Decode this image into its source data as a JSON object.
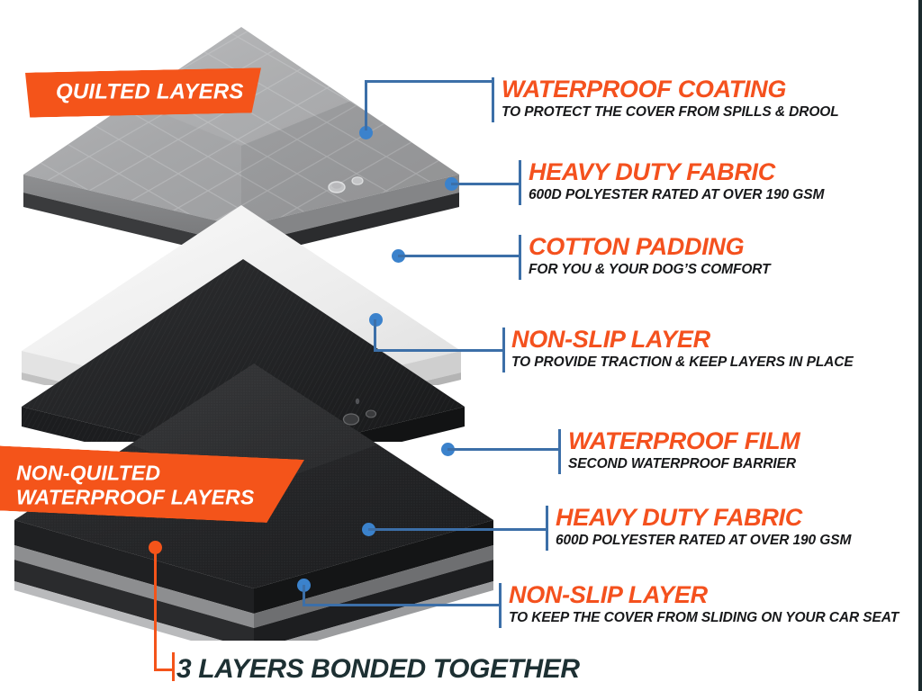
{
  "diagram": {
    "title": "Car seat cover layer construction",
    "background_color": "#ffffff",
    "accent_orange": "#F4541A",
    "headline_orange": "#F4511E",
    "leader_blue": "#3B82CC",
    "leader_line_blue": "#3C6FA8",
    "caption_dark": "#1d3033"
  },
  "banners": [
    {
      "id": "quilted",
      "lines": [
        "QUILTED LAYERS"
      ]
    },
    {
      "id": "non-quilted",
      "line1": "NON-QUILTED",
      "line2": "WATERPROOF LAYERS"
    }
  ],
  "callouts": [
    {
      "id": "waterproof-coating",
      "title": "WATERPROOF COATING",
      "subtitle": "TO PROTECT THE COVER FROM SPILLS & DROOL"
    },
    {
      "id": "heavy-duty-fabric-top",
      "title": "HEAVY DUTY FABRIC",
      "subtitle": "600D POLYESTER RATED AT OVER 190 GSM"
    },
    {
      "id": "cotton-padding",
      "title": "COTTON PADDING",
      "subtitle": "FOR YOU & YOUR DOG’S COMFORT"
    },
    {
      "id": "non-slip-layer-top",
      "title": "NON-SLIP LAYER",
      "subtitle": "TO PROVIDE TRACTION & KEEP LAYERS IN PLACE"
    },
    {
      "id": "waterproof-film",
      "title": "WATERPROOF FILM",
      "subtitle": "SECOND WATERPROOF BARRIER"
    },
    {
      "id": "heavy-duty-fabric-bottom",
      "title": "HEAVY DUTY FABRIC",
      "subtitle": "600D POLYESTER RATED AT OVER 190 GSM"
    },
    {
      "id": "non-slip-layer-bottom",
      "title": "NON-SLIP LAYER",
      "subtitle": "TO KEEP THE COVER FROM SLIDING ON YOUR CAR SEAT"
    }
  ],
  "bottom_caption": {
    "text": "3 LAYERS BONDED TOGETHER"
  },
  "layers": [
    {
      "id": "quilted-gray-slab",
      "name": "Quilted heavy duty fabric slab",
      "color": "#A9AAAC"
    },
    {
      "id": "cotton-padding-slab",
      "name": "Cotton padding slab",
      "color": "#EFEFEF"
    },
    {
      "id": "non-slip-slab",
      "name": "Non-slip textured slab",
      "color": "#232325"
    },
    {
      "id": "waterproof-bottom-slab",
      "name": "Non-quilted waterproof slab",
      "color": "#2A2A2C"
    }
  ]
}
